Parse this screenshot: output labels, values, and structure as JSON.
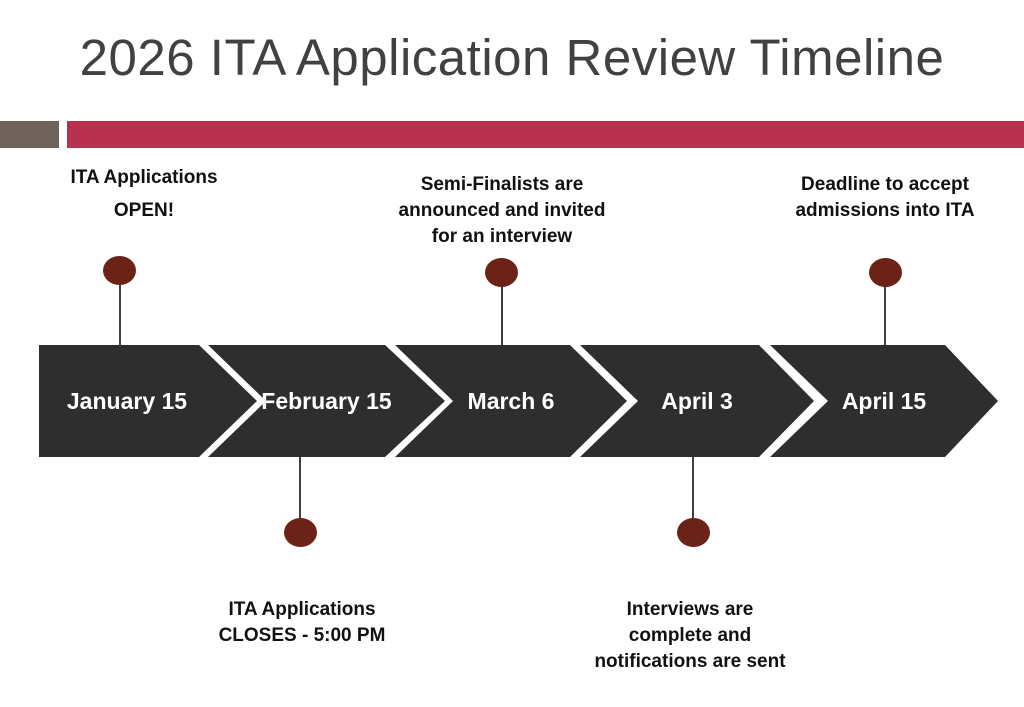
{
  "slide": {
    "title": "2026 ITA Application Review Timeline"
  },
  "colors": {
    "title_text": "#414042",
    "accent_square_gray": "#6e625a",
    "accent_bar_red": "#b8314e",
    "arrow_fill": "#2f2e2e",
    "marker_dot_maroon": "#6b2317",
    "date_label_text": "#ffffff",
    "annotation_text": "#111111"
  },
  "timeline": {
    "events": [
      {
        "date": "January 15",
        "annotation_position": "above",
        "lines": {
          "l1": "ITA Applications",
          "l2": "OPEN!"
        }
      },
      {
        "date": "February 15",
        "annotation_position": "below",
        "lines": {
          "l1": "ITA Applications",
          "l2": "CLOSES - 5:00 PM"
        }
      },
      {
        "date": "March 6",
        "annotation_position": "above",
        "lines": {
          "l1": "Semi-Finalists are",
          "l2": "announced and invited",
          "l3": "for an interview"
        }
      },
      {
        "date": "April 3",
        "annotation_position": "below",
        "lines": {
          "l1": "Interviews are",
          "l2": "complete and",
          "l3": "notifications are sent"
        }
      },
      {
        "date": "April 15",
        "annotation_position": "above",
        "lines": {
          "l1": "Deadline to accept",
          "l2": "admissions into ITA"
        }
      }
    ]
  }
}
